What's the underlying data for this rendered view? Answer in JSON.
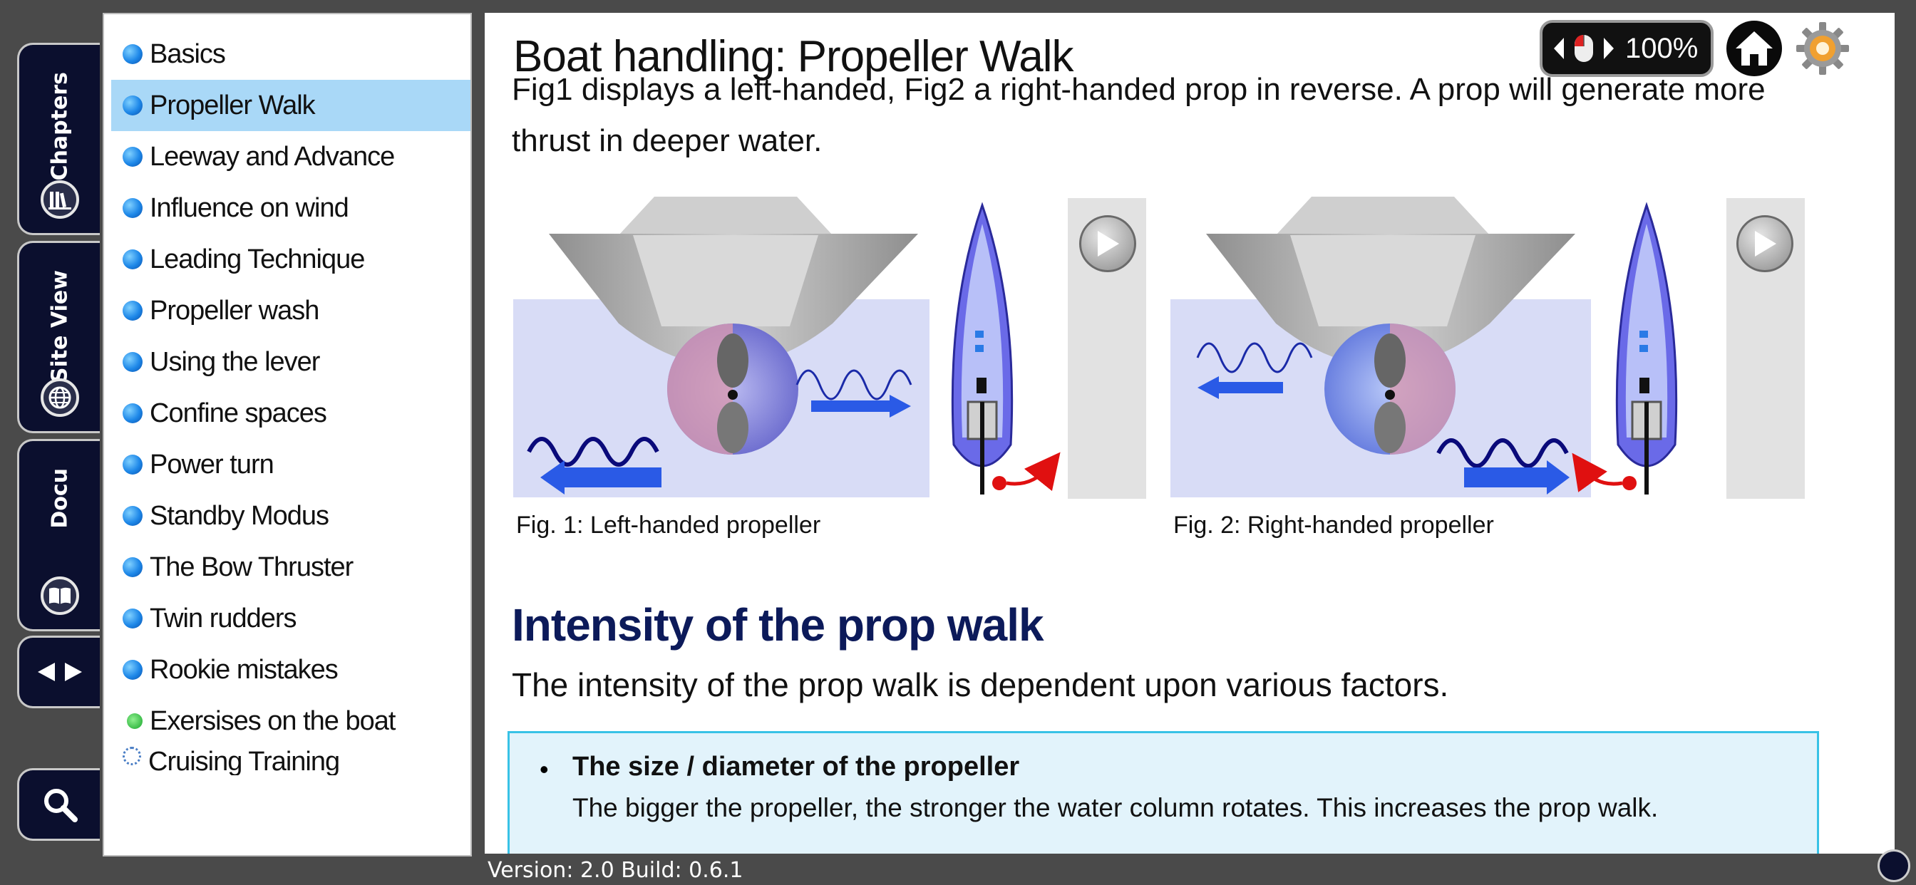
{
  "vertical_tabs": [
    {
      "label": "Chapters",
      "icon": "books-icon"
    },
    {
      "label": "Site View",
      "icon": "globe-icon"
    },
    {
      "label": "Docu",
      "icon": "book-icon"
    }
  ],
  "sidebar": {
    "items": [
      {
        "label": "Basics"
      },
      {
        "label": "Propeller Walk",
        "active": true
      },
      {
        "label": "Leeway and Advance"
      },
      {
        "label": "Influence on wind"
      },
      {
        "label": "Leading Technique"
      },
      {
        "label": "Propeller wash"
      },
      {
        "label": "Using the lever"
      },
      {
        "label": "Confine spaces"
      },
      {
        "label": "Power turn"
      },
      {
        "label": "Standby Modus"
      },
      {
        "label": "The Bow Thruster"
      },
      {
        "label": "Twin rudders"
      },
      {
        "label": "Rookie mistakes"
      },
      {
        "label": "Exersises on the boat"
      },
      {
        "label": "Cruising Training"
      }
    ]
  },
  "header": {
    "title": "Boat handling: Propeller Walk",
    "zoom": "100%"
  },
  "content": {
    "intro": "Fig1 displays a left-handed, Fig2 a right-handed prop in reverse. A prop will generate more thrust in deeper water.",
    "fig1_caption": "Fig. 1: Left-handed propeller",
    "fig2_caption": "Fig. 2: Right-handed propeller",
    "section_title": "Intensity of the prop walk",
    "section_text": "The intensity of the prop walk is dependent upon various factors.",
    "bullet_title": "The size / diameter of the propeller",
    "bullet_text": "The bigger the propeller, the stronger the water column rotates. This increases the prop walk."
  },
  "footer": {
    "version": "Version: 2.0  Build:   0.6.1"
  },
  "colors": {
    "tab_bg": "#0b0f2e",
    "active_item": "#a9d8f7",
    "heading": "#0c1a5a",
    "info_border": "#38c2e6",
    "info_bg": "#e2f3fb"
  }
}
